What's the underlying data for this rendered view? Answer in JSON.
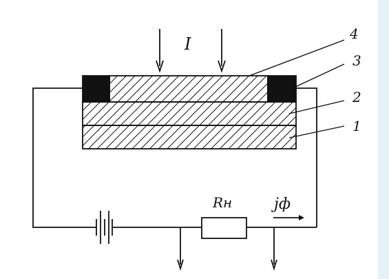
{
  "labels": {
    "intensity": "I",
    "layer_4": "4",
    "layer_3": "3",
    "layer_2": "2",
    "layer_1": "1",
    "load_resistor": "Rн",
    "photocurrent": "jф"
  },
  "colors": {
    "line": "#111111",
    "contact_fill": "#111111",
    "background": "#ffffff",
    "right_strip": "#e6f2f7"
  }
}
